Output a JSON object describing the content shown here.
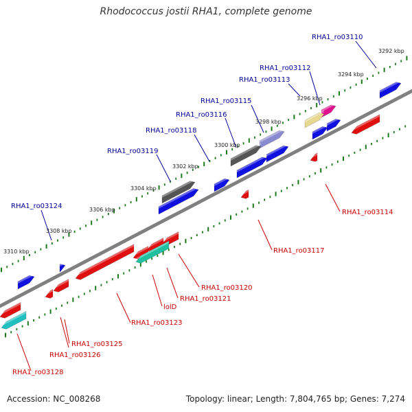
{
  "title": "Rhodococcus jostii RHA1, complete genome",
  "footer": {
    "accession": "Accession: NC_008268",
    "summary": "Topology: linear; Length: 7,804,765 bp; Genes: 7,274"
  },
  "colors": {
    "forward_label": "#000099",
    "reverse_label": "#cc0000",
    "dot_green": "#1a7a1a",
    "backbone": "#808080",
    "forward_gene": "#1010e0",
    "reverse_gene": "#e01010",
    "grey_gene": "#555555",
    "lavender_gene": "#8a8ad0",
    "yellow_gene": "#e6d890",
    "magenta_gene": "#e01090",
    "teal_gene": "#20c0a0",
    "cyan_gene": "#20c0c0"
  },
  "kbp_ticks": [
    "3292 kbp",
    "3294 kbp",
    "3296 kbp",
    "3298 kbp",
    "3300 kbp",
    "3302 kbp",
    "3304 kbp",
    "3306 kbp",
    "3308 kbp",
    "3310 kbp"
  ],
  "forward_labels": [
    "RHA1_ro03110",
    "RHA1_ro03112",
    "RHA1_ro03113",
    "RHA1_ro03115",
    "RHA1_ro03116",
    "RHA1_ro03118",
    "RHA1_ro03119",
    "RHA1_ro03124"
  ],
  "reverse_labels": [
    "RHA1_ro03114",
    "RHA1_ro03117",
    "RHA1_ro03120",
    "RHA1_ro03121",
    "lolD",
    "RHA1_ro03123",
    "RHA1_ro03125",
    "RHA1_ro03126",
    "RHA1_ro03128"
  ]
}
